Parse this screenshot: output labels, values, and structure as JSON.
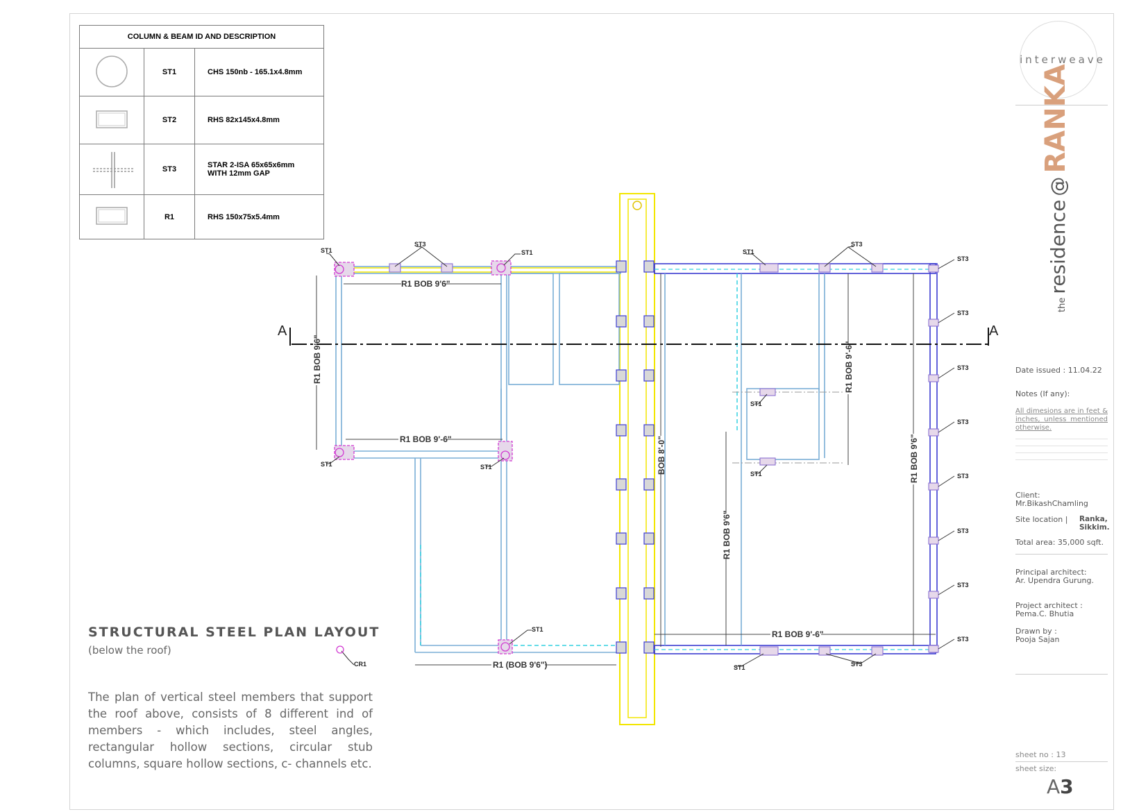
{
  "table": {
    "header": "COLUMN & BEAM ID AND DESCRIPTION",
    "rows": [
      {
        "id": "ST1",
        "desc": "CHS 150nb - 165.1x4.8mm"
      },
      {
        "id": "ST2",
        "desc": "RHS 82x145x4.8mm"
      },
      {
        "id": "ST3",
        "desc": "STAR 2-ISA 65x65x6mm",
        "desc2": "WITH 12mm GAP"
      },
      {
        "id": "R1",
        "desc": "RHS 150x75x5.4mm"
      }
    ]
  },
  "plan": {
    "section_left": "A",
    "section_right": "A",
    "dims": {
      "top_left": "R1 BOB 9'6\"",
      "mid_left": "R1 BOB 9'-6\"",
      "left_vert": "R1 BOB 9'6\"",
      "bottom_left": "R1 (BOB 9'6\")",
      "center_vert": "BOB 8'-0\"",
      "right_inner_vert": "R1 BOB 9'6\"",
      "right_upper_vert": "R1 BOB 9'-6\"",
      "right_outer_vert": "R1 BOB 9'6\"",
      "bottom_right": "R1 BOB 9'-6\""
    },
    "tags": {
      "st1": "ST1",
      "st3": "ST3",
      "cr1": "CR1"
    }
  },
  "title": {
    "main": "STRUCTURAL  STEEL  PLAN LAYOUT",
    "sub": "(below the roof)"
  },
  "description": "The plan of vertical steel members that support the roof above, consists of 8 different ind of members - which includes, steel angles, rectangular hollow sections, circular stub columns, square hollow sections, c- channels etc.",
  "sidebar": {
    "logo": "interweave",
    "the": "the",
    "project": "residence",
    "at": "@",
    "place": "RANKA",
    "date_issued": "Date issued : 11.04.22",
    "notes_label": "Notes (If any):",
    "notes_text": "All dimesions are in feet & inches, unless mentioned otherwise.",
    "client_label": "Client:",
    "client_name": "Mr.BikashChamling",
    "site_label": "Site location |",
    "site_value": "Ranka, Sikkim.",
    "area": "Total area: 35,000 sqft.",
    "principal_label": "Principal architect:",
    "principal_name": "Ar. Upendra Gurung.",
    "project_arch_label": "Project architect :",
    "project_arch_name": "Pema.C. Bhutia",
    "drawn_label": "Drawn by :",
    "drawn_name": "Pooja Sajan",
    "sheet_no": "sheet no  : 13",
    "sheet_size": "sheet size:",
    "size_a": "A",
    "size_3": "3"
  },
  "colors": {
    "yellow": "#f2e600",
    "blue": "#7aaed6",
    "navy": "#3b3bd1",
    "cyan": "#32d0e0",
    "magenta": "#d23ad2",
    "ranka": "#d9a07c"
  }
}
